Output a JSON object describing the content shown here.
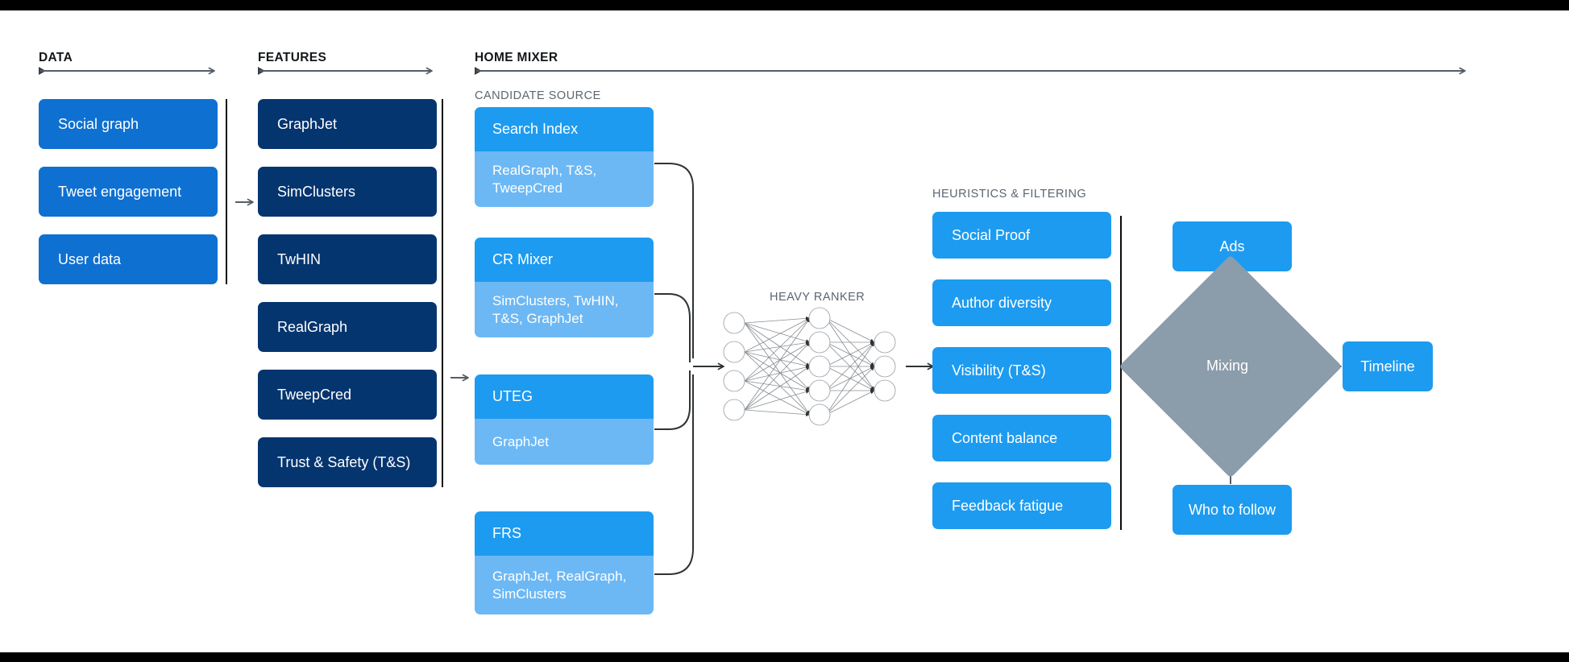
{
  "sections": {
    "data": {
      "label": "DATA"
    },
    "features": {
      "label": "FEATURES"
    },
    "home_mixer": {
      "label": "HOME MIXER"
    }
  },
  "sub_labels": {
    "candidate_source": "CANDIDATE SOURCE",
    "heavy_ranker": "HEAVY RANKER",
    "heuristics": "HEURISTICS & FILTERING"
  },
  "data_boxes": [
    {
      "label": "Social graph"
    },
    {
      "label": "Tweet engagement"
    },
    {
      "label": "User data"
    }
  ],
  "feature_boxes": [
    {
      "label": "GraphJet"
    },
    {
      "label": "SimClusters"
    },
    {
      "label": "TwHIN"
    },
    {
      "label": "RealGraph"
    },
    {
      "label": "TweepCred"
    },
    {
      "label": "Trust & Safety (T&S)"
    }
  ],
  "candidate_sources": [
    {
      "title": "Search Index",
      "features": "RealGraph, T&S,\nTweepCred"
    },
    {
      "title": "CR Mixer",
      "features": "SimClusters, TwHIN,\nT&S, GraphJet"
    },
    {
      "title": "UTEG",
      "features": "GraphJet"
    },
    {
      "title": "FRS",
      "features": "GraphJet, RealGraph,\nSimClusters"
    }
  ],
  "heuristics_boxes": [
    {
      "label": "Social Proof"
    },
    {
      "label": "Author diversity"
    },
    {
      "label": "Visibility (T&S)"
    },
    {
      "label": "Content balance"
    },
    {
      "label": "Feedback fatigue"
    }
  ],
  "mixing": {
    "label": "Mixing"
  },
  "outputs": {
    "ads": "Ads",
    "who_to_follow": "Who to follow",
    "timeline": "Timeline"
  },
  "colors": {
    "data_box": "#0e70d1",
    "feature_box": "#05356f",
    "candidate_head": "#1d9bf0",
    "candidate_body": "#6cb8f5",
    "heuristic_box": "#1d9bf0",
    "mixing_diamond": "#8b9cab",
    "output_box": "#1d9bf0",
    "arrow": "#555d66",
    "divider": "#0b0b0b",
    "label_muted": "#5b6570",
    "background": "#ffffff",
    "letterbox": "#000000"
  },
  "network": {
    "input_nodes": 4,
    "hidden_nodes": 5,
    "output_nodes": 3
  }
}
